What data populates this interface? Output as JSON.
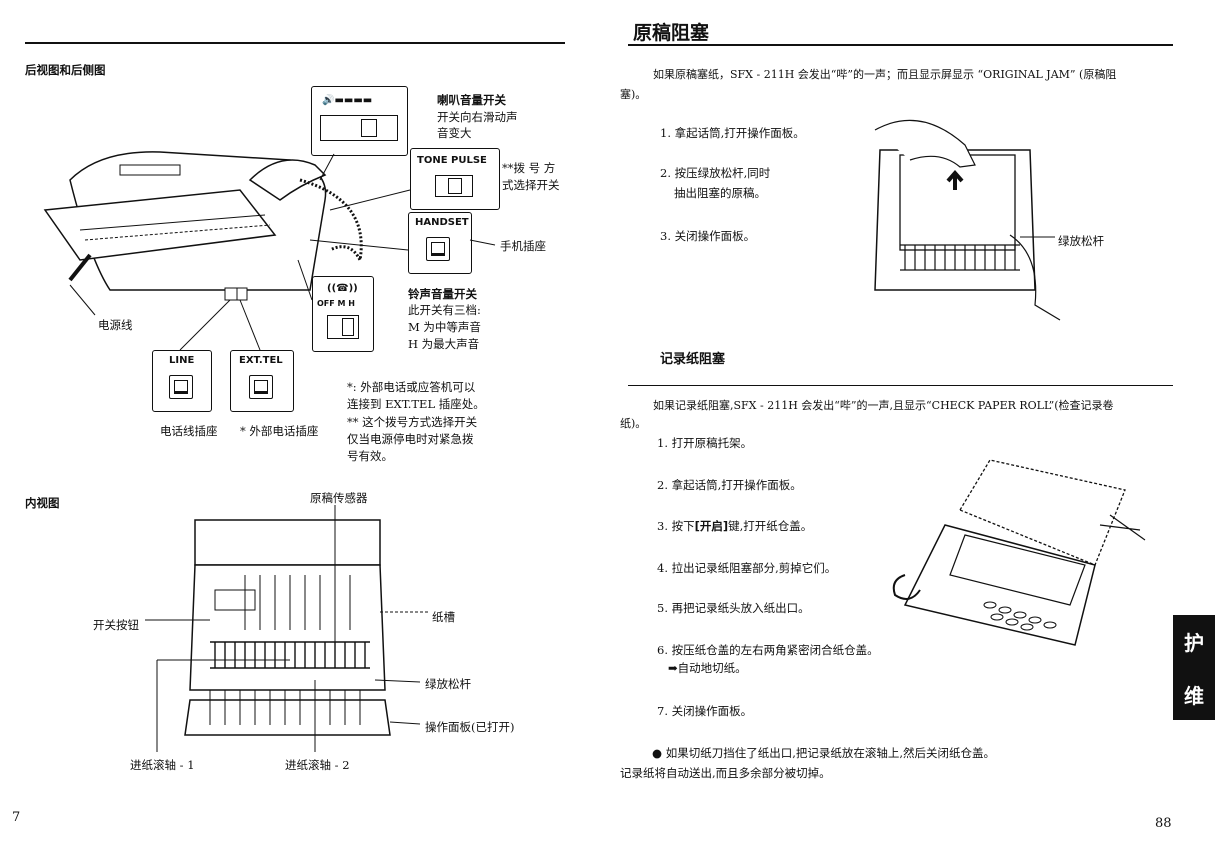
{
  "left": {
    "sec_rear": "后视图和后侧图",
    "speaker_title": "喇叭音量开关",
    "speaker_desc1": "开关向右滑动声",
    "speaker_desc2": "音变大",
    "tone_pulse": "TONE  PULSE",
    "dial_note1": "**拨 号 方",
    "dial_note2": "式选择开关",
    "handset": "HANDSET",
    "handset_label": "手机插座",
    "ringer_title": "铃声音量开关",
    "ringer_d1": "此开关有三档:",
    "ringer_d2": "M 为中等声音",
    "ringer_d3": "H 为最大声音",
    "ringer_marks": "OFF  M  H",
    "power_cord": "电源线",
    "line": "LINE",
    "ext_tel": "EXT.TEL",
    "line_label": "电话线插座",
    "ext_label": "* 外部电话插座",
    "note1": "*: 外部电话或应答机可以",
    "note2": "连接到 EXT.TEL 插座处。",
    "note3": "** 这个拨号方式选择开关",
    "note4": "仅当电源停电时对紧急拨",
    "note5": "号有效。",
    "sec_inner": "内视图",
    "doc_sensor": "原稿传感器",
    "switch_btn": "开关按钮",
    "paper_slot": "纸槽",
    "green_lever": "绿放松杆",
    "panel_open": "操作面板(已打开)",
    "roller1": "进纸滚轴 - 1",
    "roller2": "进纸滚轴 - 2",
    "page_no": "7"
  },
  "right": {
    "title": "原稿阻塞",
    "intro1": "如果原稿塞纸，SFX - 211H 会发出“哔”的一声；而且显示屏显示 “ORIGINAL  JAM” (原稿阻",
    "intro2": "塞)。",
    "s1": "1. 拿起话筒,打开操作面板。",
    "s2a": "2. 按压绿放松杆,同时",
    "s2b": "抽出阻塞的原稿。",
    "s3": "3. 关闭操作面板。",
    "green_lever": "绿放松杆",
    "sub": "记录纸阻塞",
    "p1": "如果记录纸阻塞,SFX - 211H 会发出“哔”的一声,且显示“CHECK  PAPER  ROLL”(检查记录卷",
    "p2": "纸)。",
    "r1": "1. 打开原稿托架。",
    "r2": "2. 拿起话筒,打开操作面板。",
    "r3a": "3. 按下",
    "r3b": "[开启]",
    "r3c": "键,打开纸仓盖。",
    "r4": "4. 拉出记录纸阻塞部分,剪掉它们。",
    "r5": "5. 再把记录纸头放入纸出口。",
    "r6": "6. 按压纸仓盖的左右两角紧密闭合纸仓盖。",
    "r6b": "➡自动地切纸。",
    "r7": "7. 关闭操作面板。",
    "bullet1": "●  如果切纸刀挡住了纸出口,把记录纸放在滚轴上,然后关闭纸仓盖。",
    "bullet2": "记录纸将自动送出,而且多余部分被切掉。",
    "side_tab_1": "维",
    "side_tab_2": "护",
    "page_no": "88"
  }
}
